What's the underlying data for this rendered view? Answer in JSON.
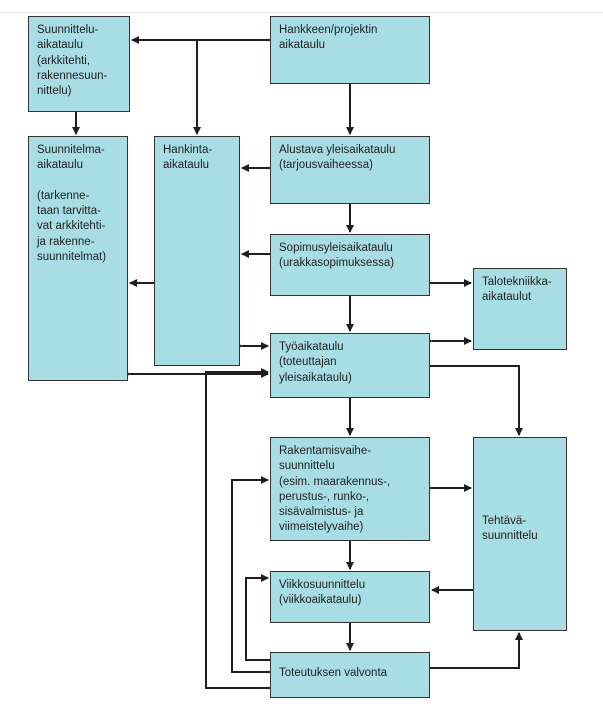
{
  "boxes": {
    "suunnittelu": "Suunnittelu-\naikataulu\n(arkkitehti,\nrakennesuun-\nnittelu)",
    "hankkeen": "Hankkeen/projektin\naikataulu",
    "suunnitelma": "Suunnitelma-\naikataulu\n\n(tarkenne-\ntaan tarvitta-\nvat arkkitehti-\nja rakenne-\nsuunnitelmat)",
    "hankinta": "Hankinta-\naikataulu",
    "alustava": "Alustava yleisaikataulu\n(tarjousvaiheessa)",
    "sopimus": "Sopimusyleisaikataulu\n(urakkasopimuksessa)",
    "talotekniikka": "Talotekniikka-\naikataulut",
    "tyoaikataulu": "Työaikataulu\n(toteuttajan\nyleisaikataulu)",
    "rakentamisvaihe": "Rakentamisvaihe-\nsuunnittelu\n(esim. maarakennus-,\nperustus-, runko-,\nsisävalmistus- ja\nviimeistelyvaihe)",
    "tehtava": "Tehtävä-\nsuunnittelu",
    "viikko": "Viikkosuunnittelu\n(viikkoaikataulu)",
    "toteutus": "Toteutuksen valvonta"
  },
  "colors": {
    "box_fill": "#a9dde6",
    "box_border": "#333333",
    "arrow": "#1f1f1f"
  }
}
